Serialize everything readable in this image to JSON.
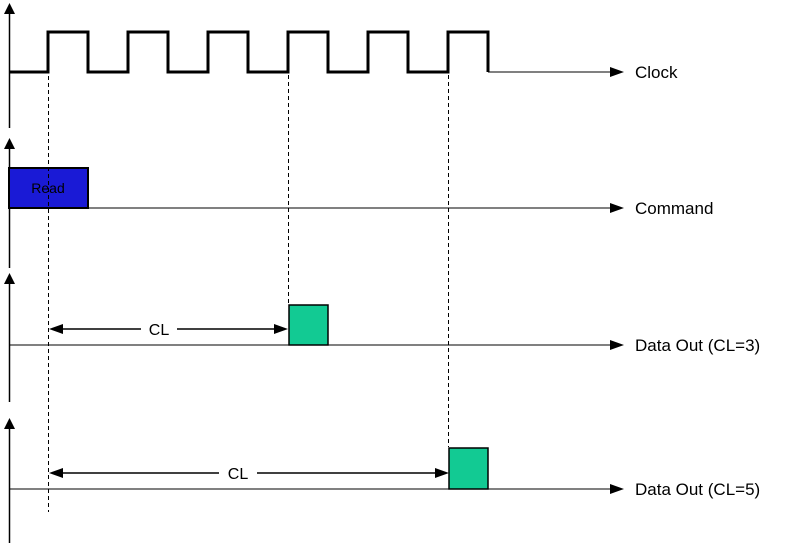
{
  "diagram": {
    "type": "timing-diagram",
    "rows": [
      {
        "id": "clock",
        "label": "Clock"
      },
      {
        "id": "command",
        "label": "Command",
        "box_label": "Read"
      },
      {
        "id": "dataout-cl3",
        "label": "Data Out (CL=3)",
        "span_label": "CL"
      },
      {
        "id": "dataout-cl5",
        "label": "Data Out (CL=5)",
        "span_label": "CL"
      }
    ],
    "clock_pulse_count": 6,
    "clock_edge_marker_count": 3
  },
  "colors": {
    "line": "#000000",
    "read_fill": "#1A1AD6",
    "read_text": "#0D0D52",
    "data_fill": "#12CA93",
    "background": "#FFFFFF"
  }
}
